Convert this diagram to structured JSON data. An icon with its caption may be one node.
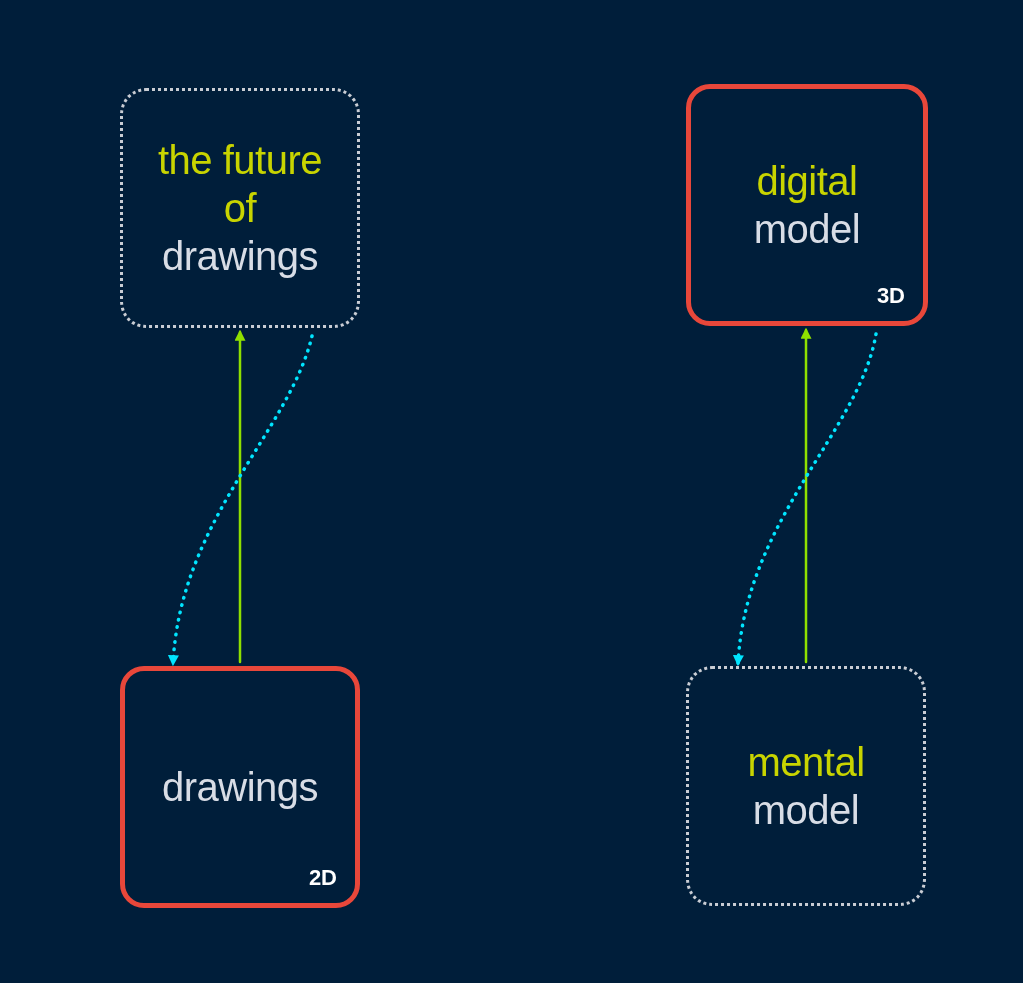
{
  "diagram": {
    "nodes": [
      {
        "text": [
          "the future of",
          "drawings"
        ]
      },
      {
        "text": [
          "digital",
          "model",
          "3D"
        ]
      },
      {
        "text": [
          "drawings",
          "2D"
        ]
      },
      {
        "text": [
          "mental",
          "model"
        ]
      }
    ],
    "edges": [
      {
        "from": 2,
        "to": 0,
        "arrow": "to",
        "color": "#8fe000"
      },
      {
        "from": 0,
        "to": 2,
        "arrow": "to",
        "style": "dashed",
        "color": "#00e5ff"
      },
      {
        "from": 3,
        "to": 1,
        "arrow": "to",
        "color": "#8fe000"
      },
      {
        "from": 1,
        "to": 3,
        "arrow": "to",
        "style": "dashed",
        "color": "#00e5ff"
      }
    ]
  }
}
